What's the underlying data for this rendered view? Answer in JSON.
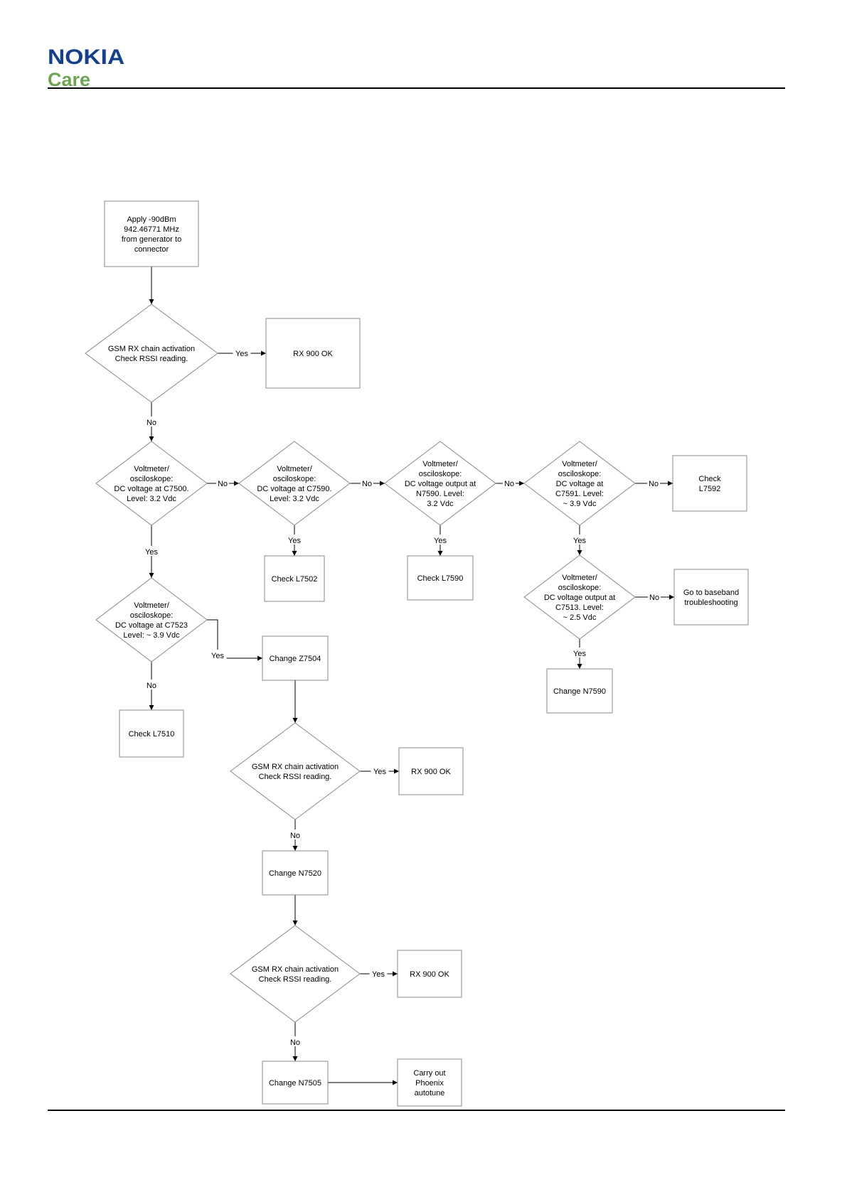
{
  "brand": {
    "name": "NOKIA",
    "sub": "Care",
    "name_color": "#124191",
    "sub_color": "#6aa84f"
  },
  "flowchart": {
    "nodes": {
      "apply": {
        "lines": [
          "Apply -90dBm",
          "942.46771 MHz",
          "from generator to",
          "connector"
        ]
      },
      "check1": {
        "lines": [
          "GSM RX chain activation",
          "Check RSSI reading."
        ]
      },
      "ok1": {
        "lines": [
          "RX 900 OK"
        ]
      },
      "c7500": {
        "lines": [
          "Voltmeter/",
          "osciloskope:",
          "DC voltage at C7500.",
          "Level: 3.2 Vdc"
        ]
      },
      "c7590": {
        "lines": [
          "Voltmeter/",
          "osciloskope:",
          "DC voltage at C7590.",
          "Level: 3.2 Vdc"
        ]
      },
      "n7590v": {
        "lines": [
          "Voltmeter/",
          "osciloskope:",
          "DC voltage output at",
          "N7590. Level:",
          "3.2 Vdc"
        ]
      },
      "c7591": {
        "lines": [
          "Voltmeter/",
          "osciloskope:",
          "DC voltage at",
          "C7591. Level:",
          "~ 3.9 Vdc"
        ]
      },
      "l7592": {
        "lines": [
          "Check",
          "L7592"
        ]
      },
      "l7502": {
        "lines": [
          "Check L7502"
        ]
      },
      "l7590": {
        "lines": [
          "Check L7590"
        ]
      },
      "c7513": {
        "lines": [
          "Voltmeter/",
          "osciloskope:",
          "DC voltage output at",
          "C7513. Level:",
          "~ 2.5 Vdc"
        ]
      },
      "baseband": {
        "lines": [
          "Go to baseband",
          "troubleshooting"
        ]
      },
      "cn7590": {
        "lines": [
          "Change N7590"
        ]
      },
      "c7523": {
        "lines": [
          "Voltmeter/",
          "osciloskope:",
          "DC voltage at C7523",
          "Level: ~ 3.9 Vdc"
        ]
      },
      "z7504": {
        "lines": [
          "Change Z7504"
        ]
      },
      "l7510": {
        "lines": [
          "Check L7510"
        ]
      },
      "check2": {
        "lines": [
          "GSM RX chain activation",
          "Check RSSI reading."
        ]
      },
      "ok2": {
        "lines": [
          "RX 900 OK"
        ]
      },
      "n7520": {
        "lines": [
          "Change N7520"
        ]
      },
      "check3": {
        "lines": [
          "GSM RX chain activation",
          "Check RSSI reading."
        ]
      },
      "ok3": {
        "lines": [
          "RX 900 OK"
        ]
      },
      "n7505": {
        "lines": [
          "Change N7505"
        ]
      },
      "phoenix": {
        "lines": [
          "Carry out",
          "Phoenix",
          "autotune"
        ]
      }
    },
    "edges": [
      {
        "from": "apply",
        "to": "check1",
        "label": ""
      },
      {
        "from": "check1",
        "to": "ok1",
        "label": "Yes"
      },
      {
        "from": "check1",
        "to": "c7500",
        "label": "No"
      },
      {
        "from": "c7500",
        "to": "c7590",
        "label": "No"
      },
      {
        "from": "c7590",
        "to": "n7590v",
        "label": "No"
      },
      {
        "from": "n7590v",
        "to": "c7591",
        "label": "No"
      },
      {
        "from": "c7591",
        "to": "l7592",
        "label": "No"
      },
      {
        "from": "c7500",
        "to": "c7523",
        "label": "Yes"
      },
      {
        "from": "c7590",
        "to": "l7502",
        "label": "Yes"
      },
      {
        "from": "n7590v",
        "to": "l7590",
        "label": "Yes"
      },
      {
        "from": "c7591",
        "to": "c7513",
        "label": "Yes"
      },
      {
        "from": "c7513",
        "to": "baseband",
        "label": "No"
      },
      {
        "from": "c7513",
        "to": "cn7590",
        "label": "Yes"
      },
      {
        "from": "c7523",
        "to": "z7504",
        "label": "Yes"
      },
      {
        "from": "c7523",
        "to": "l7510",
        "label": "No"
      },
      {
        "from": "z7504",
        "to": "check2",
        "label": ""
      },
      {
        "from": "check2",
        "to": "ok2",
        "label": "Yes"
      },
      {
        "from": "check2",
        "to": "n7520",
        "label": "No"
      },
      {
        "from": "n7520",
        "to": "check3",
        "label": ""
      },
      {
        "from": "check3",
        "to": "ok3",
        "label": "Yes"
      },
      {
        "from": "check3",
        "to": "n7505",
        "label": "No"
      },
      {
        "from": "n7505",
        "to": "phoenix",
        "label": ""
      }
    ]
  }
}
